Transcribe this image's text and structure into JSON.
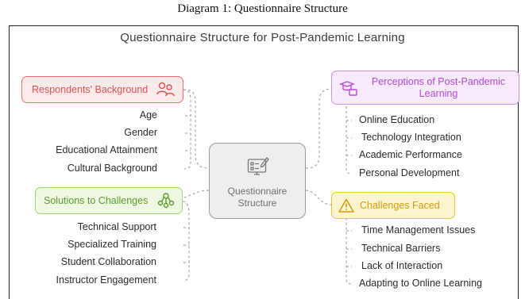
{
  "caption": "Diagram 1: Questionnaire Structure",
  "title": "Questionnaire Structure for Post-Pandemic Learning",
  "center": {
    "label": "Questionnaire Structure",
    "icon": "form-monitor-icon"
  },
  "branches": {
    "background": {
      "label": "Respondents' Background",
      "icon": "people-icon",
      "color": "#ef6b6b",
      "items": [
        "Age",
        "Gender",
        "Educational Attainment",
        "Cultural Background"
      ]
    },
    "solutions": {
      "label": "Solutions to Challenges",
      "icon": "collaboration-icon",
      "color": "#9fd56a",
      "items": [
        "Technical Support",
        "Specialized Training",
        "Student Collaboration",
        "Instructor Engagement"
      ]
    },
    "perceptions": {
      "label": "Perceptions of Post-Pandemic Learning",
      "icon": "graduate-screen-icon",
      "color": "#d48ef0",
      "items": [
        "Online Education",
        "Technology Integration",
        "Academic Performance",
        "Personal Development"
      ]
    },
    "challenges": {
      "label": "Challenges Faced",
      "icon": "warning-icon",
      "color": "#e8c93a",
      "items": [
        "Time Management Issues",
        "Technical Barriers",
        "Lack of Interaction",
        "Adapting to Online Learning"
      ]
    }
  }
}
